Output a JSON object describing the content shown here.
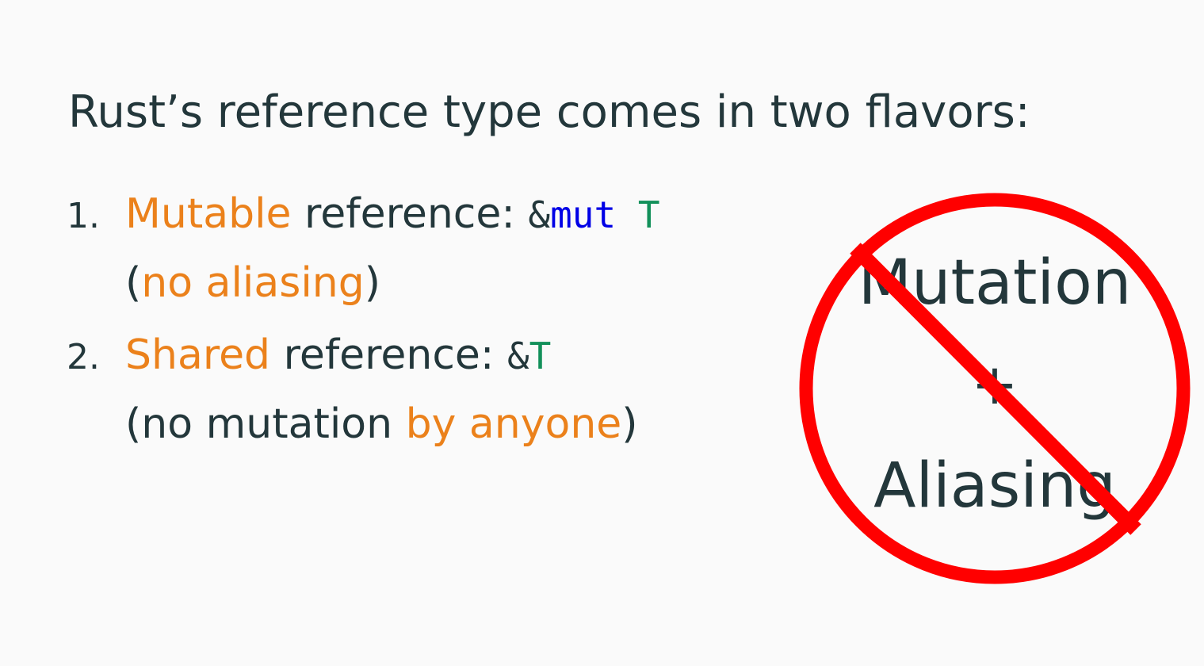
{
  "slide": {
    "title": "Rust’s reference type comes in two flavors:",
    "items": [
      {
        "number": "1.",
        "kind": "Mutable",
        "label": " reference: ",
        "code_amp": "&",
        "code_kw": "mut",
        "code_ty": "T",
        "note_open": "(",
        "note_accent": "no aliasing",
        "note_close": ")"
      },
      {
        "number": "2.",
        "kind": "Shared",
        "label": " reference: ",
        "code_amp": "&",
        "code_ty": "T",
        "note_open": "(no mutation ",
        "note_accent": "by anyone",
        "note_close": ")"
      }
    ],
    "sign": {
      "line1": "Mutation",
      "line2": "+",
      "line3": "Aliasing",
      "icon": "prohibition-sign",
      "color": "#ff0000"
    },
    "colors": {
      "text": "#23373b",
      "accent": "#eb811b",
      "keyword": "#0000e6",
      "type": "#12905a",
      "background": "#fafafa"
    }
  }
}
